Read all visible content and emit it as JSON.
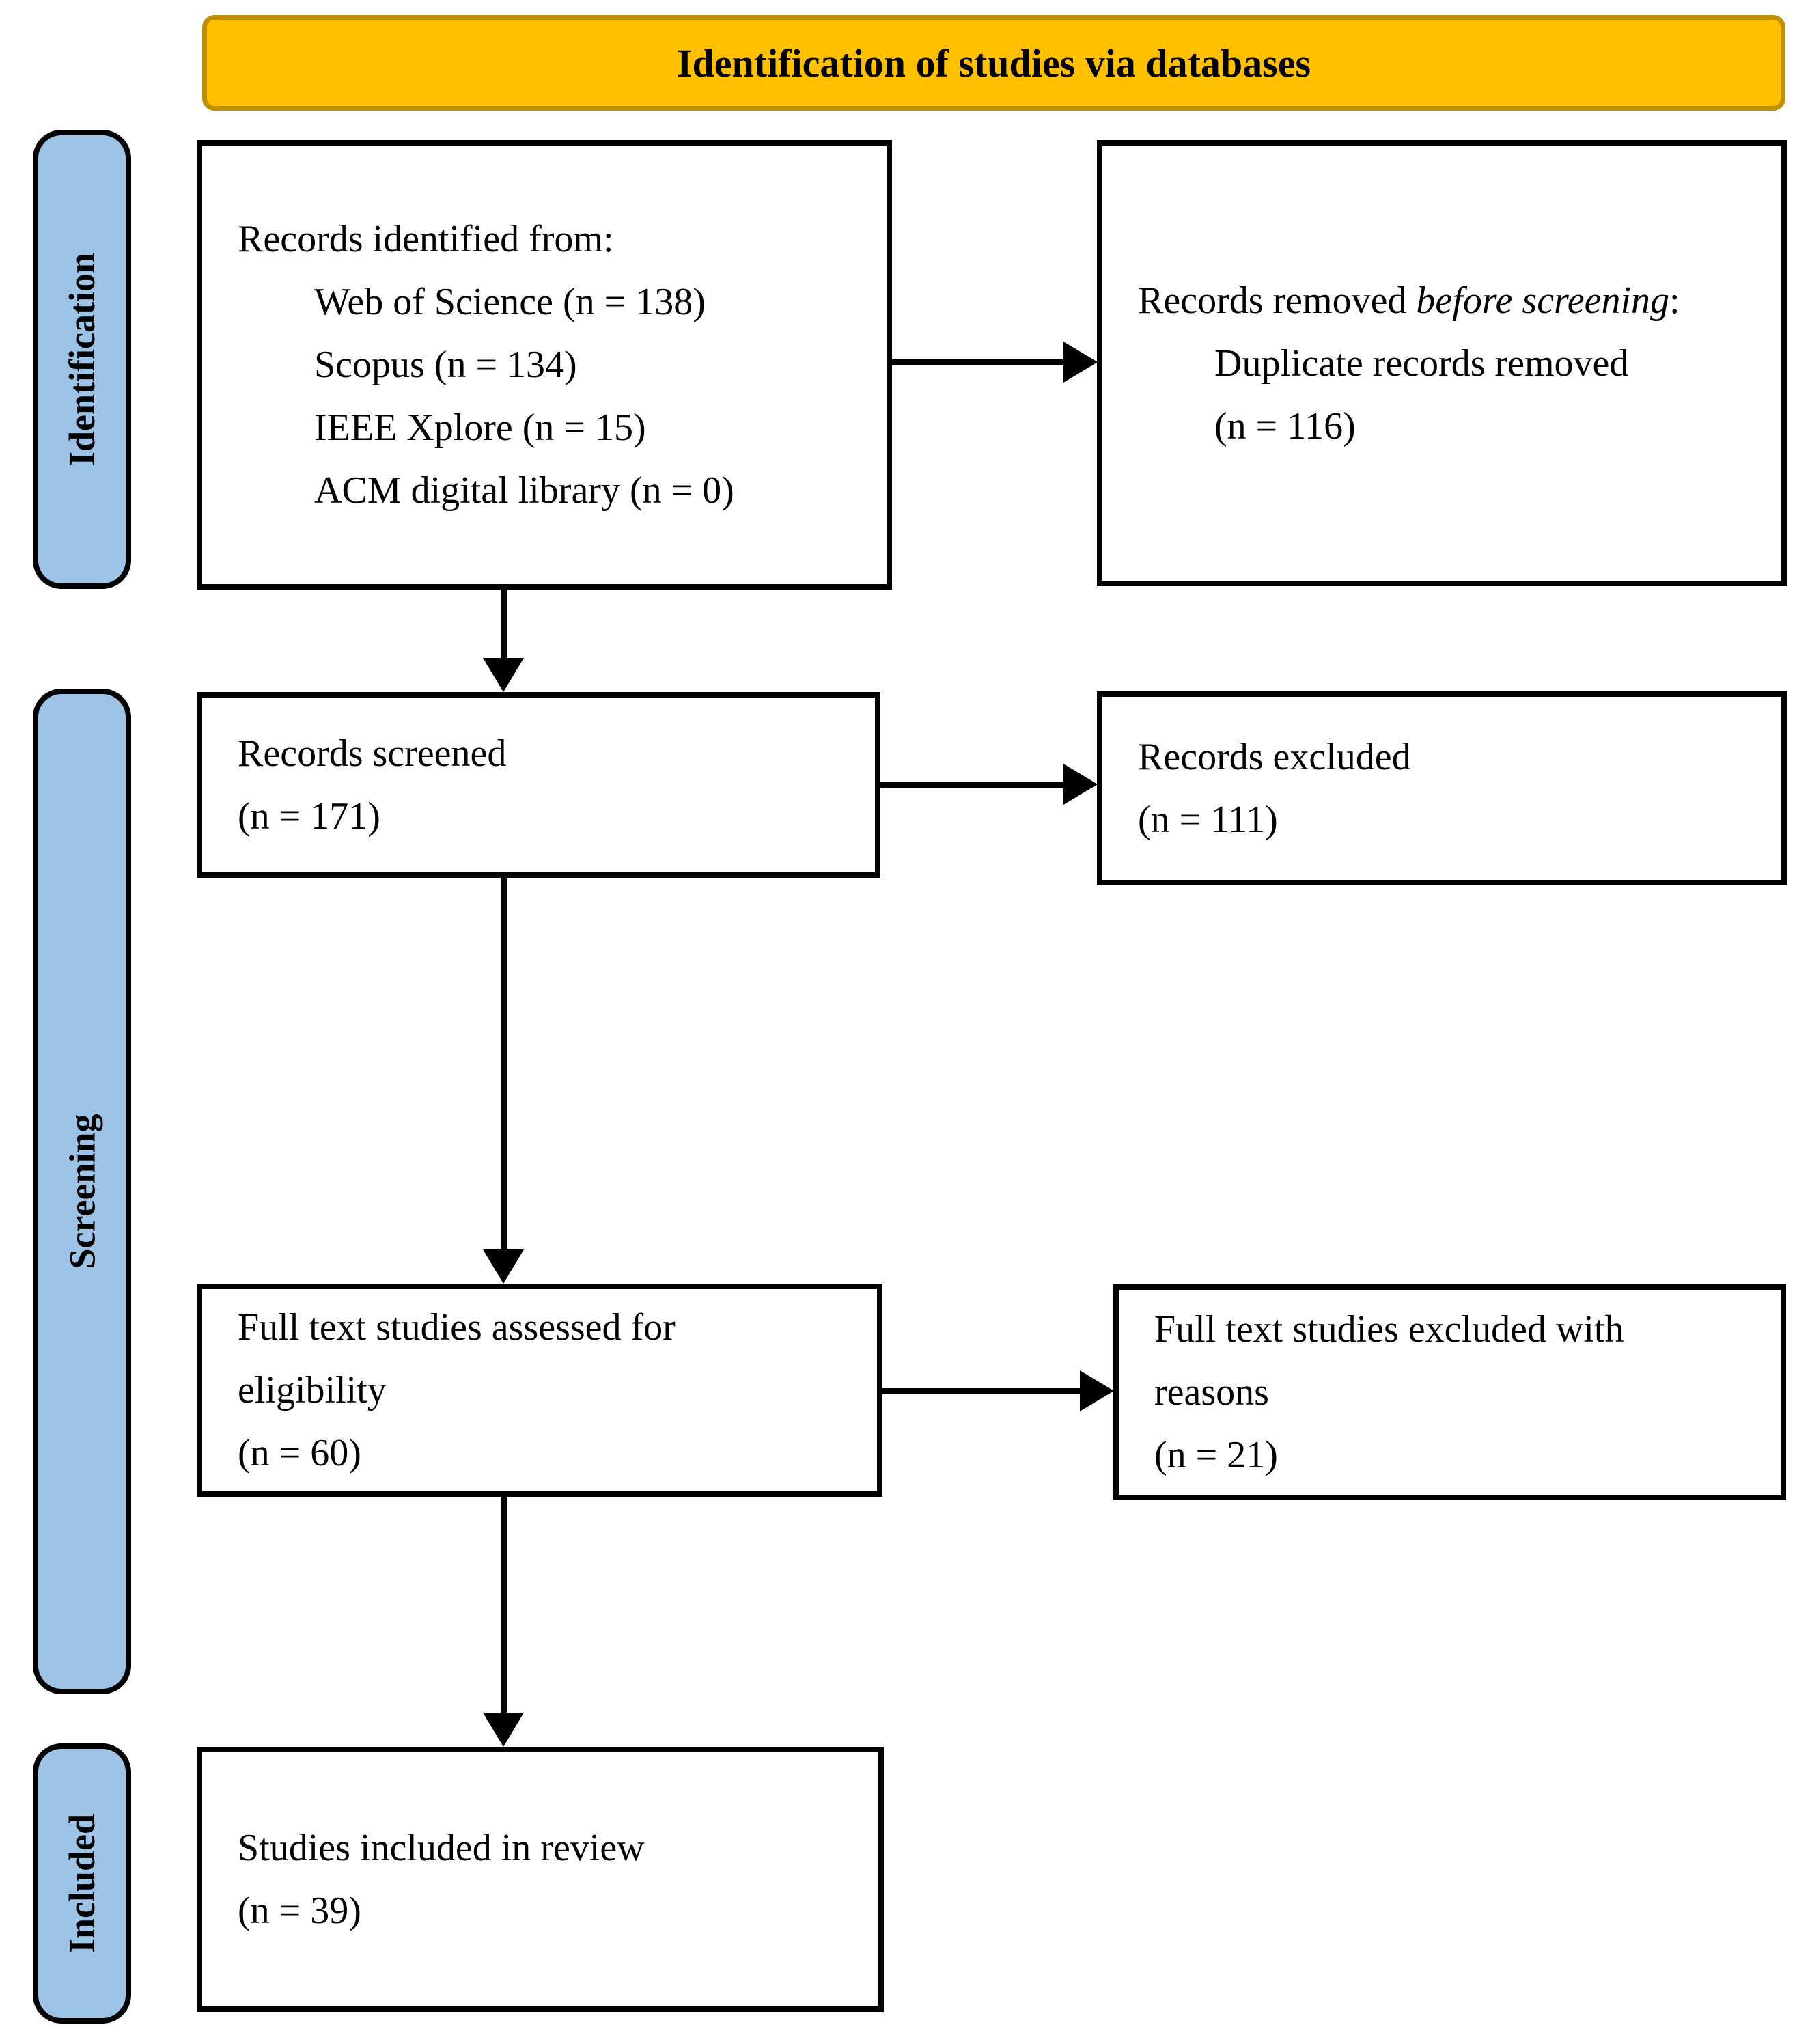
{
  "banner": {
    "label": "Identification of studies via databases"
  },
  "colors": {
    "banner_fill": "#FFC000",
    "banner_border": "#BF9000",
    "stage_fill": "#9DC3E6"
  },
  "stages": [
    {
      "id": "identification",
      "label": "Identification"
    },
    {
      "id": "screening",
      "label": "Screening"
    },
    {
      "id": "included",
      "label": "Included"
    }
  ],
  "boxes": {
    "records_identified": {
      "title": "Records identified from:",
      "items": [
        "Web of Science (n = 138)",
        "Scopus (n = 134)",
        "IEEE Xplore (n = 15)",
        "ACM digital library (n = 0)"
      ]
    },
    "records_removed": {
      "title_prefix": "Records removed ",
      "title_italic": "before screening",
      "title_suffix": ":",
      "items": [
        "Duplicate records removed",
        "(n = 116)"
      ]
    },
    "records_screened": {
      "lines": [
        "Records screened",
        "(n = 171)"
      ]
    },
    "records_excluded": {
      "lines": [
        "Records excluded",
        "(n = 111)"
      ]
    },
    "fulltext_assessed": {
      "lines": [
        "Full text studies assessed for",
        "eligibility",
        "(n = 60)"
      ]
    },
    "fulltext_excluded": {
      "lines": [
        "Full text studies excluded with",
        "reasons",
        "(n = 21)"
      ]
    },
    "studies_included": {
      "lines": [
        "Studies included in review",
        "(n = 39)"
      ]
    }
  }
}
